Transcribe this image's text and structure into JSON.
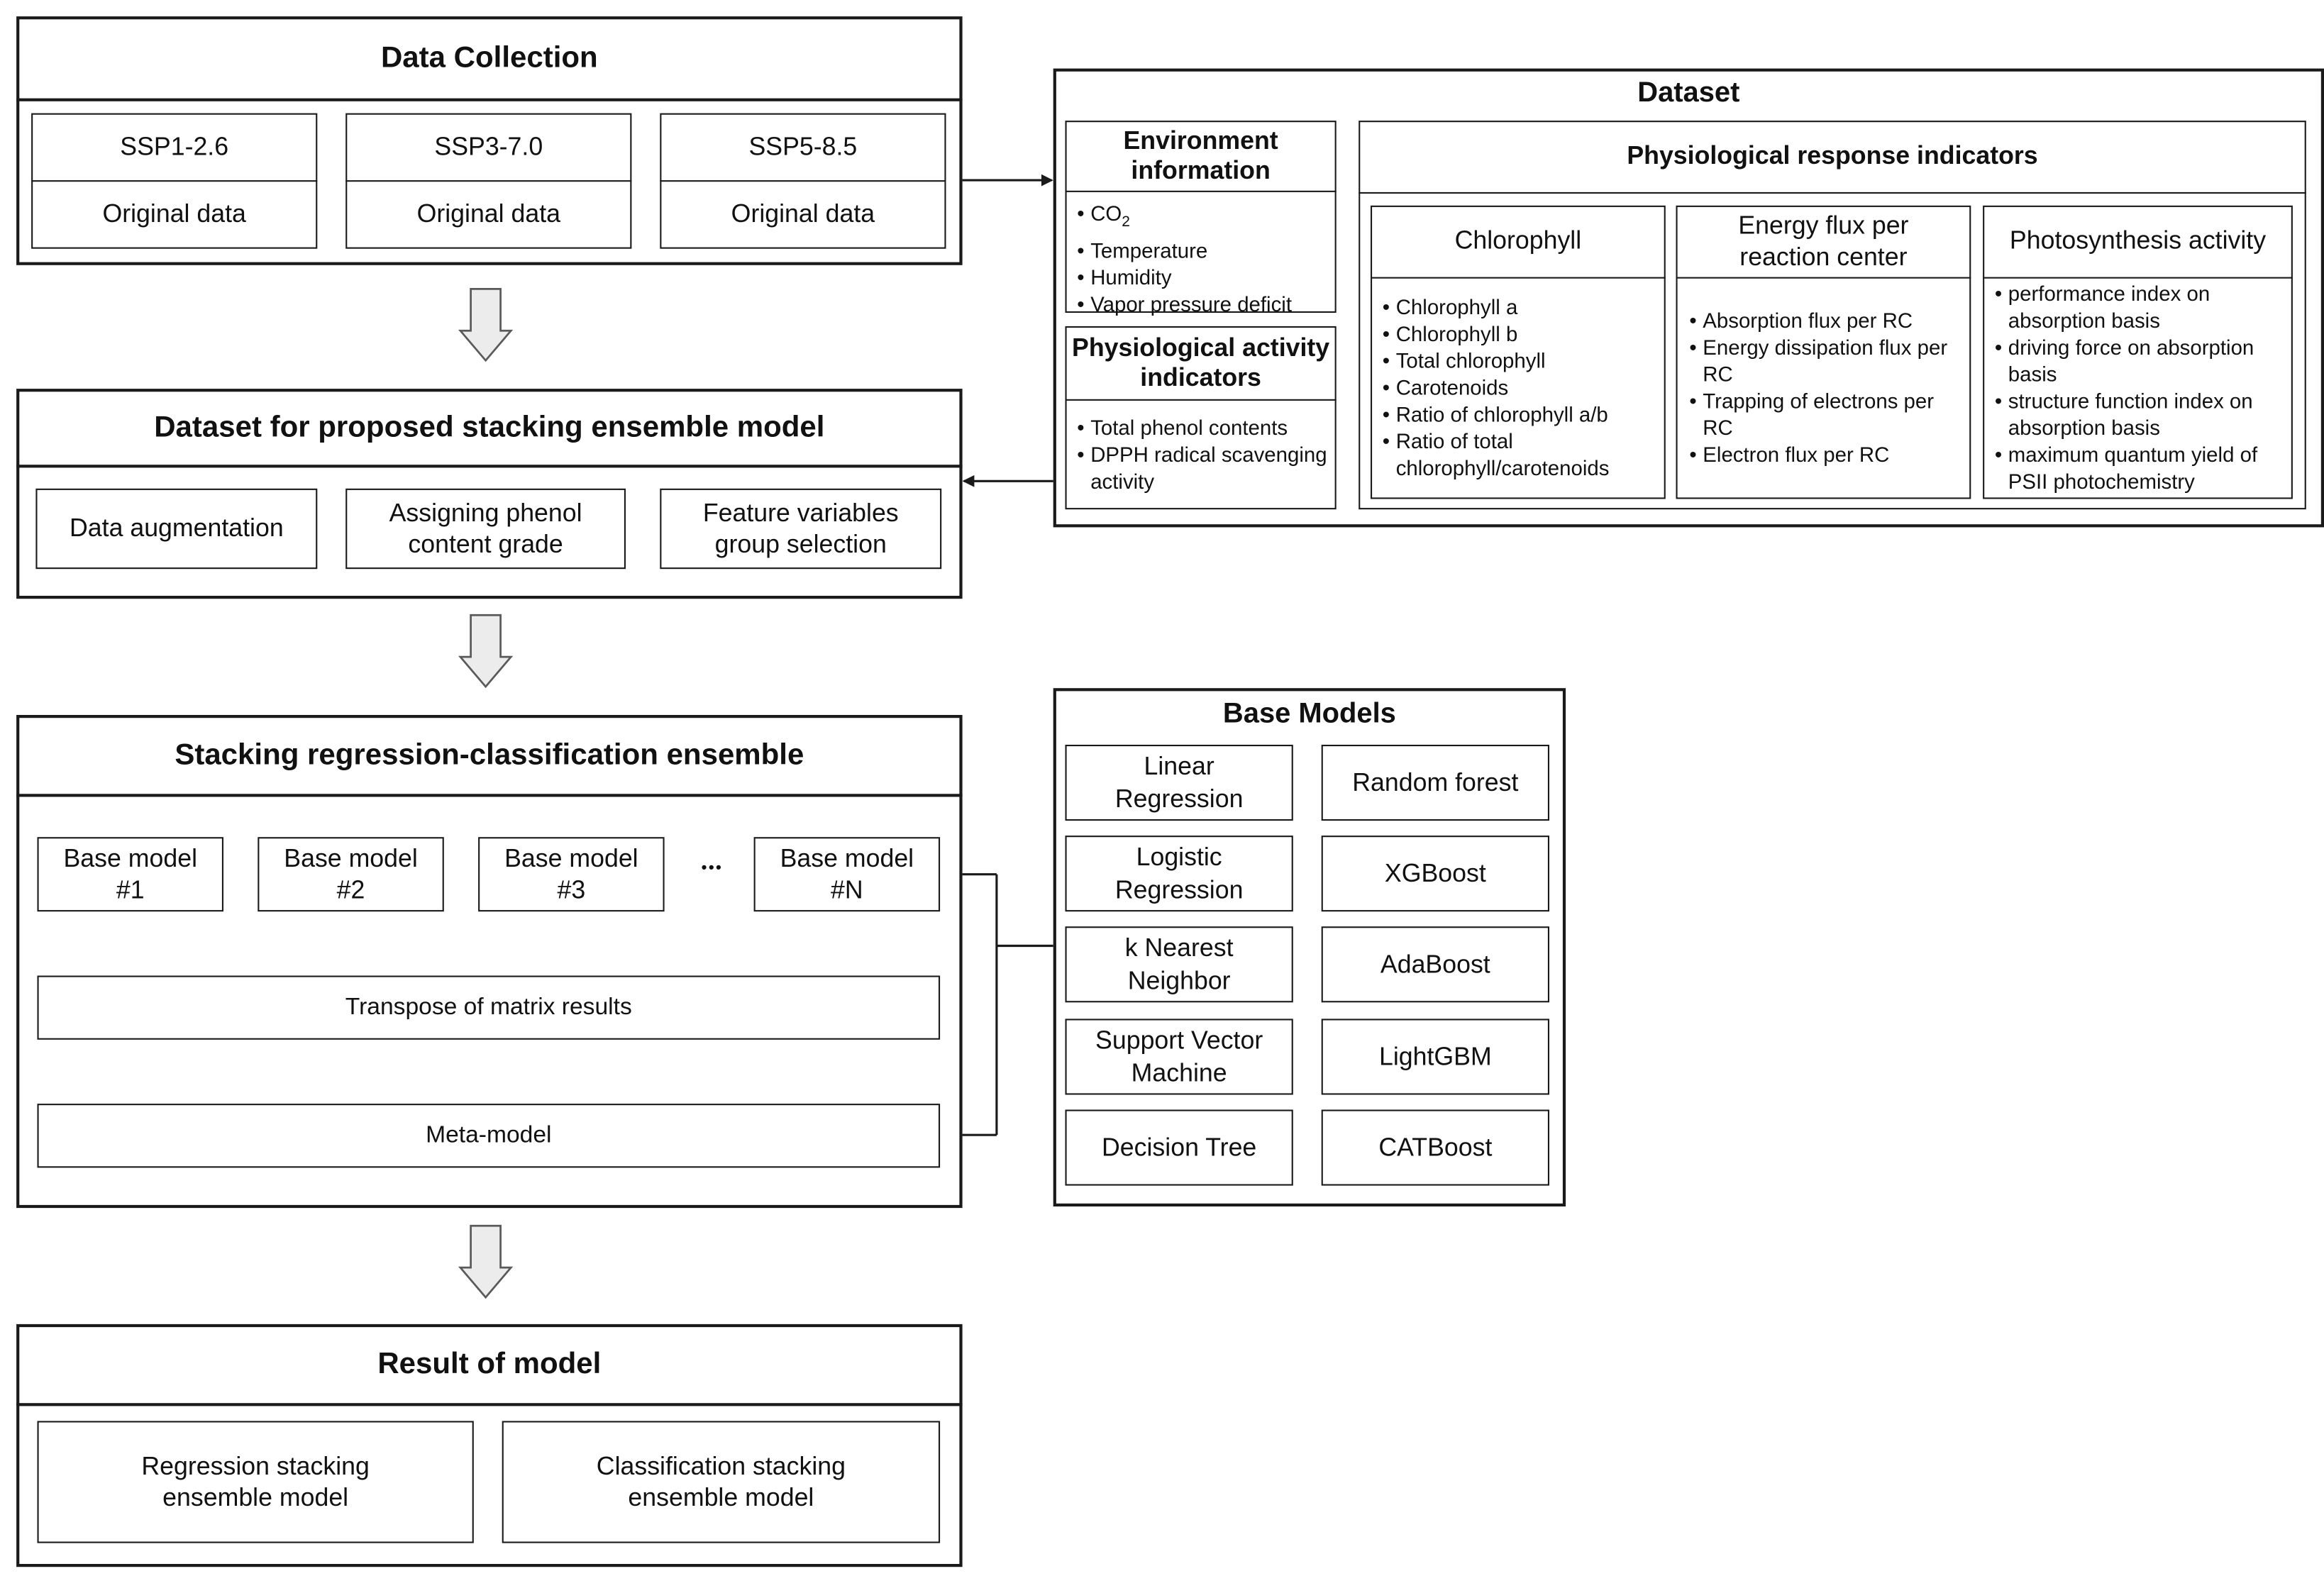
{
  "data_collection": {
    "title": "Data Collection",
    "scenarios": [
      {
        "name": "SSP1-2.6",
        "data": "Original data"
      },
      {
        "name": "SSP3-7.0",
        "data": "Original data"
      },
      {
        "name": "SSP5-8.5",
        "data": "Original data"
      }
    ]
  },
  "dataset": {
    "title": "Dataset",
    "environment": {
      "title": "Environment information",
      "items": [
        "CO",
        "Temperature",
        "Humidity",
        "Vapor pressure deficit"
      ],
      "co2_subscript": "2"
    },
    "physiological_activity": {
      "title": "Physiological activity indicators",
      "items": [
        "Total phenol contents",
        "DPPH radical scavenging activity"
      ]
    },
    "physiological_response": {
      "title": "Physiological response indicators",
      "columns": [
        {
          "title": "Chlorophyll",
          "items": [
            "Chlorophyll a",
            "Chlorophyll b",
            "Total chlorophyll",
            "Carotenoids",
            "Ratio of chlorophyll a/b",
            "Ratio of total chlorophyll/carotenoids"
          ]
        },
        {
          "title": "Energy flux per reaction center",
          "items": [
            "Absorption flux per RC",
            "Energy dissipation flux per RC",
            "Trapping of electrons per RC",
            "Electron flux per RC"
          ]
        },
        {
          "title": "Photosynthesis activity",
          "items": [
            "performance index on absorption basis",
            "driving force on absorption basis",
            "structure function index on absorption basis",
            "maximum quantum yield of PSII photochemistry"
          ]
        }
      ]
    }
  },
  "proposed_dataset": {
    "title": "Dataset for proposed stacking ensemble model",
    "steps": [
      "Data augmentation",
      "Assigning phenol content grade",
      "Feature variables group selection"
    ]
  },
  "stacking": {
    "title": "Stacking regression-classification ensemble",
    "base_models": [
      "Base model #1",
      "Base model #2",
      "Base model #3",
      "Base model #N"
    ],
    "ellipsis": "•••",
    "transpose": "Transpose of matrix results",
    "meta": "Meta-model"
  },
  "base_models": {
    "title": "Base Models",
    "left": [
      "Linear Regression",
      "Logistic Regression",
      "k Nearest Neighbor",
      "Support Vector Machine",
      "Decision Tree"
    ],
    "right": [
      "Random forest",
      "XGBoost",
      "AdaBoost",
      "LightGBM",
      "CATBoost"
    ]
  },
  "result": {
    "title": "Result of model",
    "outputs": [
      "Regression stacking ensemble model",
      "Classification stacking ensemble model"
    ]
  }
}
